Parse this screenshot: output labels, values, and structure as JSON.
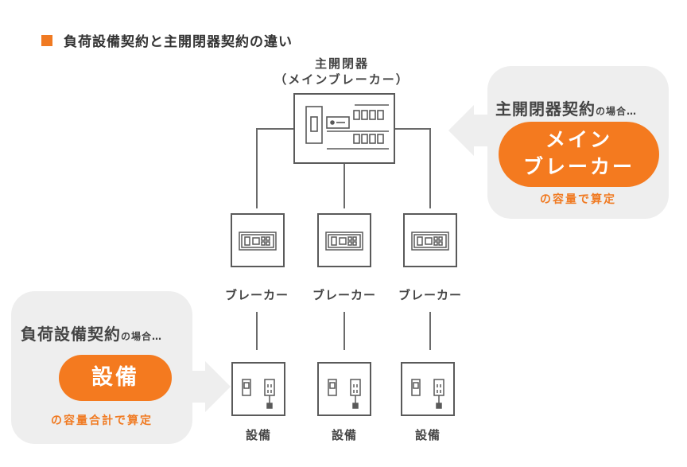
{
  "title": "負荷設備契約と主開閉器契約の違い",
  "main_breaker": {
    "label_line1": "主開閉器",
    "label_line2": "（メインブレーカー）"
  },
  "breakers": [
    "ブレーカー",
    "ブレーカー",
    "ブレーカー"
  ],
  "equipment": [
    "設備",
    "設備",
    "設備"
  ],
  "main_contract": {
    "heading": "主開閉器契約",
    "heading_suffix": "の場合…",
    "pill_line1": "メイン",
    "pill_line2": "ブレーカー",
    "note": "の容量で算定"
  },
  "load_contract": {
    "heading": "負荷設備契約",
    "heading_suffix": "の場合…",
    "pill": "設備",
    "note": "の容量合計で算定"
  },
  "colors": {
    "accent": "#f47a1f",
    "bubble": "#eeeeee",
    "stroke": "#5a5a5a"
  }
}
